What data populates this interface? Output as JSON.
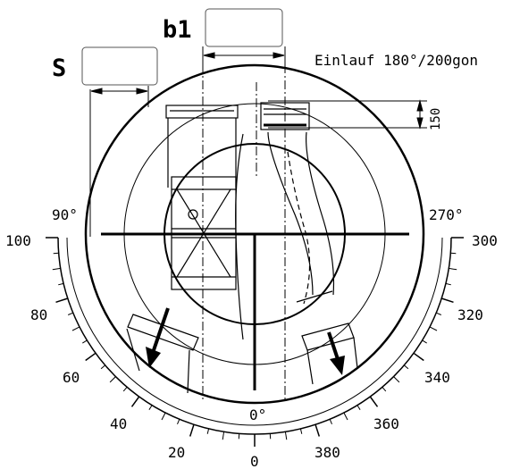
{
  "title": "Einlauf 180°/200gon",
  "dim_b1_label": "b1",
  "dim_s_label": "S",
  "dim_height_label": "150",
  "degree_labels": {
    "d0": "0°",
    "d90": "90°",
    "d270": "270°"
  },
  "gon_scale": {
    "left": [
      "100",
      "80",
      "60",
      "40",
      "20",
      "0"
    ],
    "right": [
      "300",
      "320",
      "340",
      "360",
      "380"
    ]
  },
  "input_boxes": {
    "b1": "",
    "s": ""
  },
  "colors": {
    "line": "#000000",
    "box_border": "#555555"
  }
}
